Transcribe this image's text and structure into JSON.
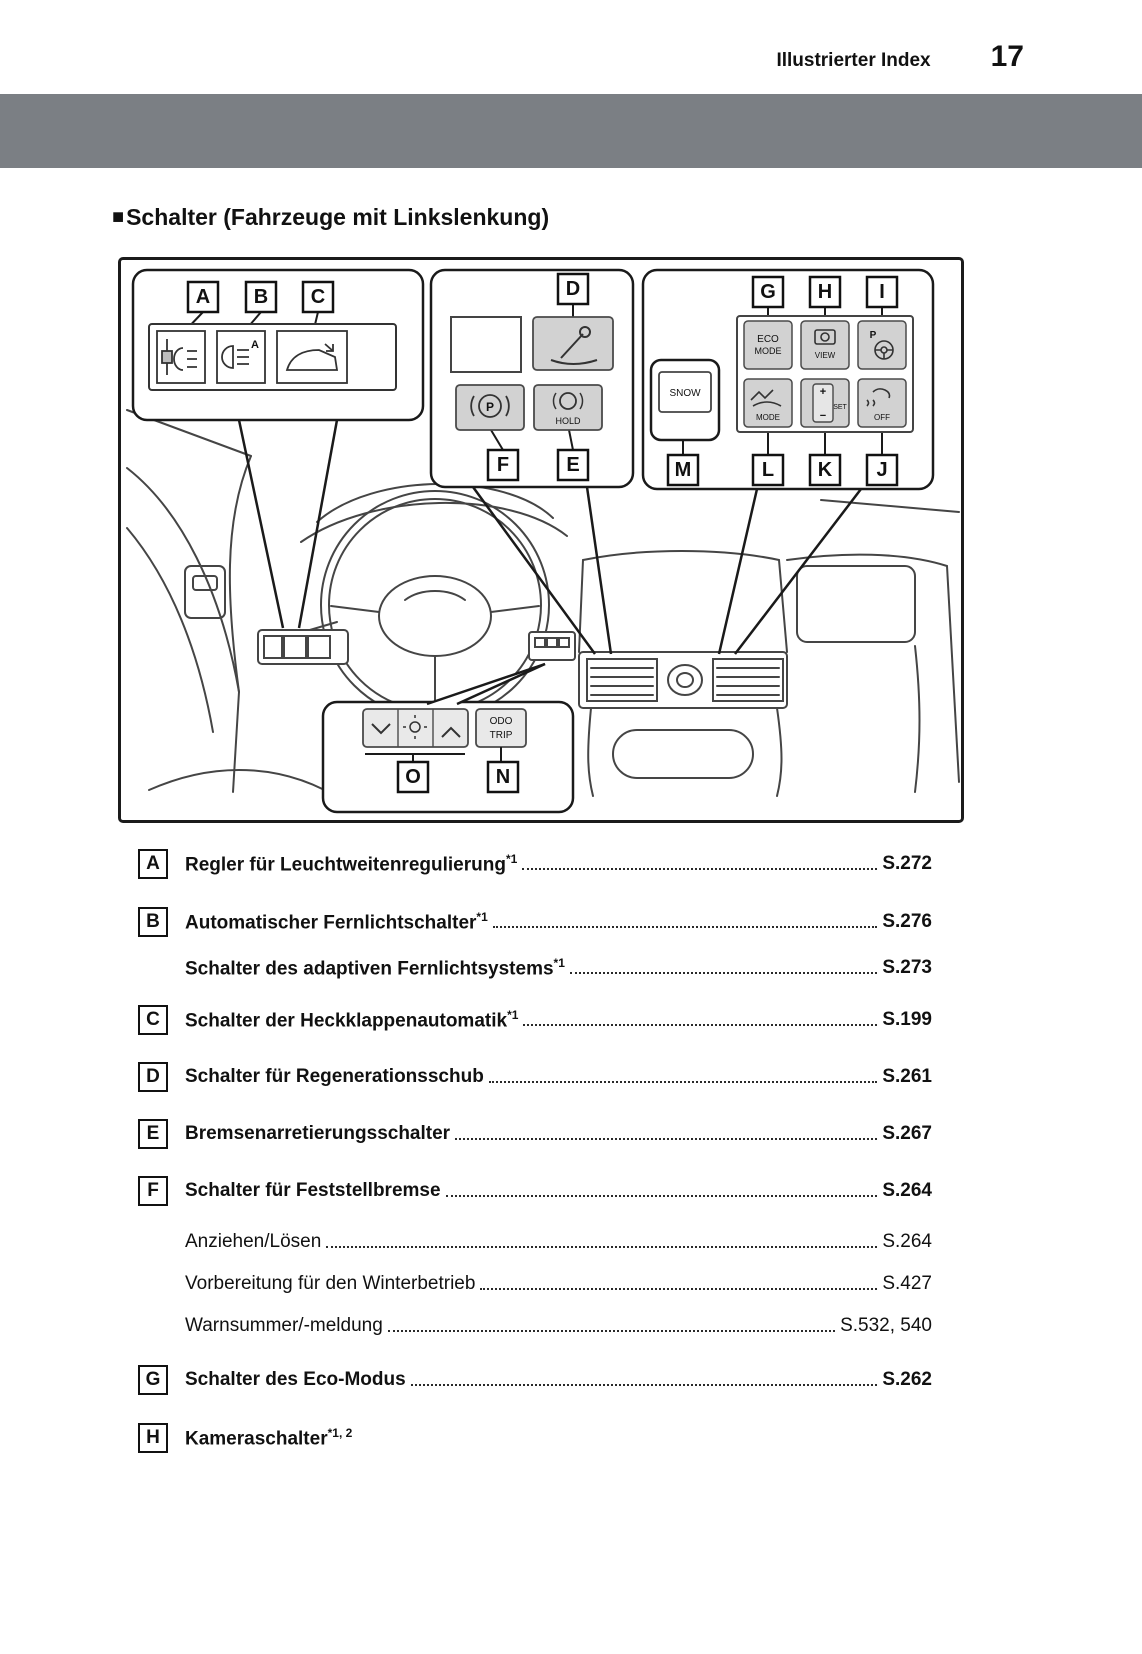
{
  "header": {
    "title": "Illustrierter Index",
    "page_number": "17"
  },
  "colors": {
    "header_band": "#7b7f84"
  },
  "section_heading": {
    "bullet": "■",
    "text": "Schalter (Fahrzeuge mit Linkslenkung)"
  },
  "diagram": {
    "callout_labels": {
      "a": "A",
      "b": "B",
      "c": "C",
      "d": "D",
      "e": "E",
      "f": "F",
      "g": "G",
      "h": "H",
      "i": "I",
      "j": "J",
      "k": "K",
      "l": "L",
      "m": "M",
      "n": "N",
      "o": "O"
    },
    "buttons": {
      "eco_line1": "ECO",
      "eco_line2": "MODE",
      "view": "VIEW",
      "park_p": "P",
      "auto_a": "A",
      "snow": "SNOW",
      "xmode_label": "MODE",
      "set_plus": "+",
      "set_minus": "−",
      "set_label": "SET",
      "off": "OFF",
      "parking_p": "P",
      "hold": "HOLD",
      "odo_line1": "ODO",
      "odo_line2": "TRIP"
    }
  },
  "index": {
    "entries": [
      {
        "letter": "A",
        "text": "Regler für Leuchtweitenregulierung",
        "sup": "*1",
        "page": "S.272"
      },
      {
        "letter": "B",
        "text": "Automatischer Fernlichtschalter",
        "sup": "*1",
        "page": "S.276"
      },
      {
        "letter": "",
        "text": "Schalter des adaptiven Fernlichtsystems",
        "sup": "*1",
        "page": "S.273"
      },
      {
        "letter": "C",
        "text": "Schalter der Heckklappenautomatik",
        "sup": "*1",
        "page": "S.199"
      },
      {
        "letter": "D",
        "text": "Schalter für Regenerationsschub",
        "sup": "",
        "page": "S.261"
      },
      {
        "letter": "E",
        "text": "Bremsenarretierungsschalter",
        "sup": "",
        "page": "S.267"
      },
      {
        "letter": "F",
        "text": "Schalter für Feststellbremse",
        "sup": "",
        "page": "S.264"
      },
      {
        "letter": "",
        "text": "Anziehen/Lösen",
        "sup": "",
        "page": "S.264"
      },
      {
        "letter": "",
        "text": "Vorbereitung für den Winterbetrieb",
        "sup": "",
        "page": "S.427"
      },
      {
        "letter": "",
        "text": "Warnsummer/-meldung",
        "sup": "",
        "page": "S.532, 540"
      },
      {
        "letter": "G",
        "text": "Schalter des Eco-Modus",
        "sup": "",
        "page": "S.262"
      },
      {
        "letter": "H",
        "text": "Kameraschalter",
        "sup": "*1, 2",
        "page": ""
      }
    ]
  }
}
